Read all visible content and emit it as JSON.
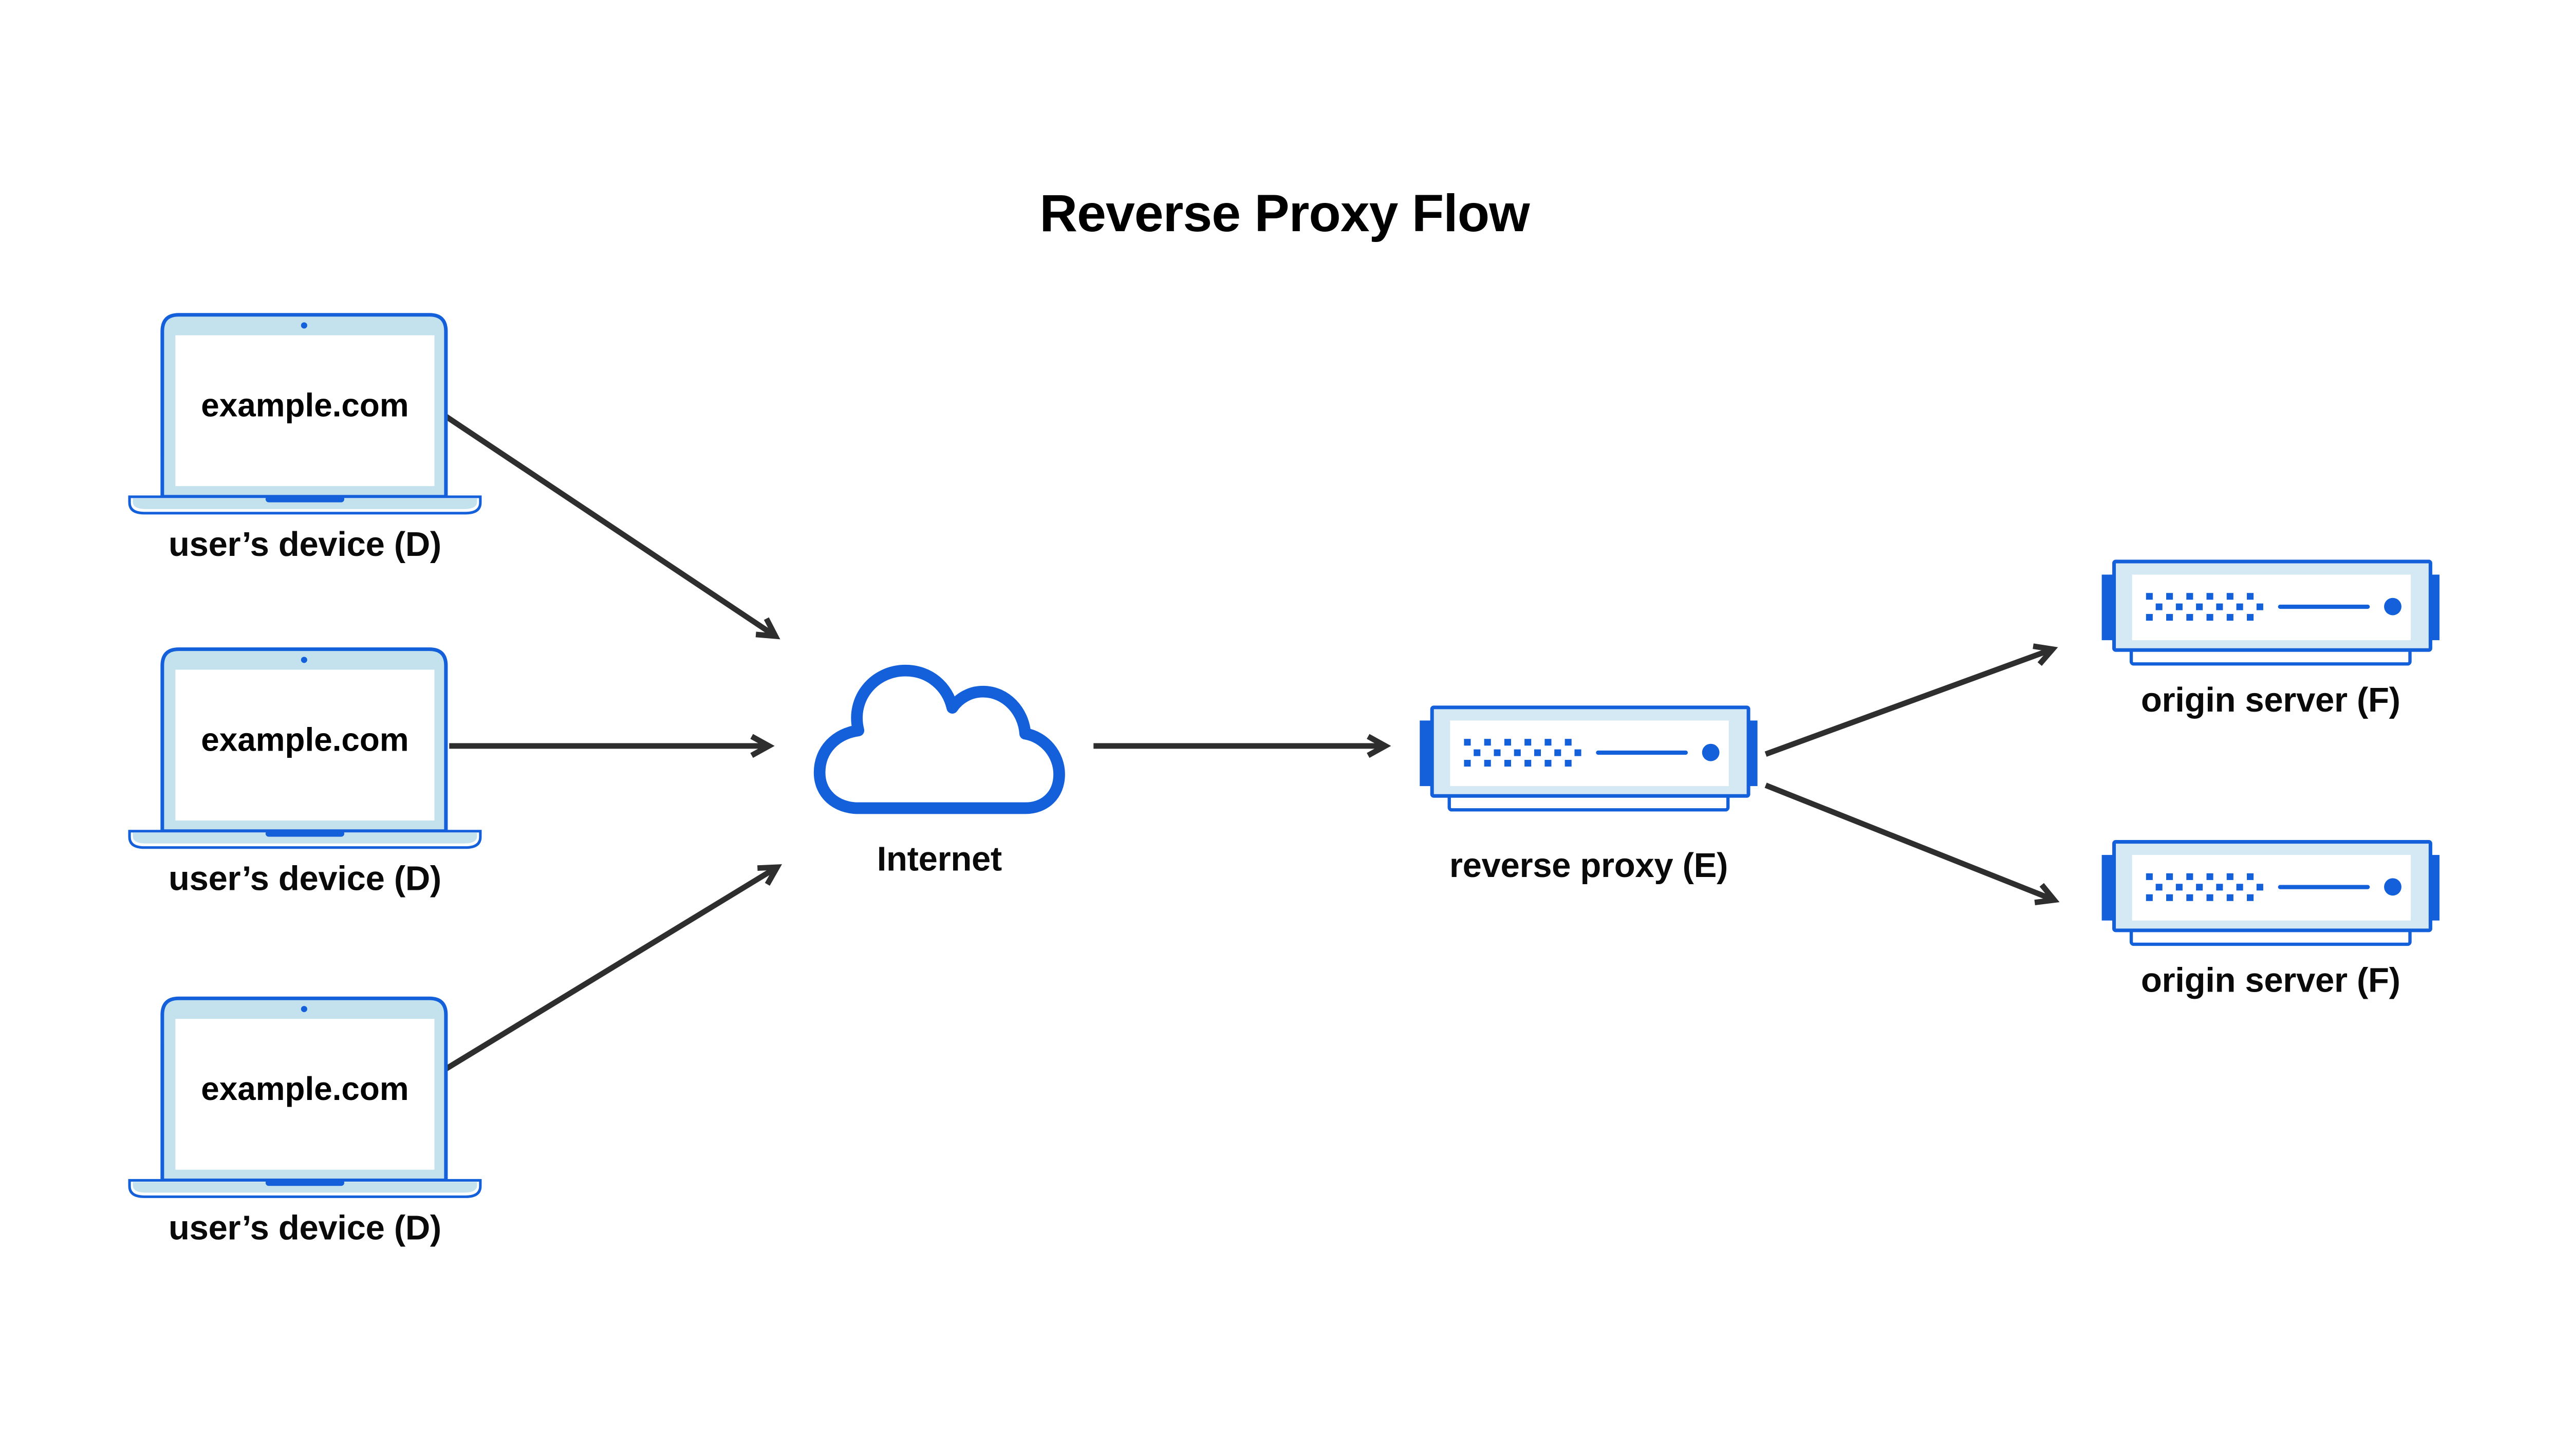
{
  "diagram": {
    "title": "Reverse Proxy Flow",
    "nodes": {
      "devices": [
        {
          "id": "device-1",
          "screen_text": "example.com",
          "label": "user’s device (D)"
        },
        {
          "id": "device-2",
          "screen_text": "example.com",
          "label": "user’s device (D)"
        },
        {
          "id": "device-3",
          "screen_text": "example.com",
          "label": "user’s device (D)"
        }
      ],
      "internet": {
        "id": "internet",
        "label": "Internet"
      },
      "reverse_proxy": {
        "id": "reverse-proxy",
        "label": "reverse proxy (E)"
      },
      "origins": [
        {
          "id": "origin-1",
          "label": "origin server (F)"
        },
        {
          "id": "origin-2",
          "label": "origin server (F)"
        }
      ]
    },
    "edges": [
      {
        "from": "device-1",
        "to": "internet"
      },
      {
        "from": "device-2",
        "to": "internet"
      },
      {
        "from": "device-3",
        "to": "internet"
      },
      {
        "from": "internet",
        "to": "reverse-proxy"
      },
      {
        "from": "reverse-proxy",
        "to": "origin-1"
      },
      {
        "from": "reverse-proxy",
        "to": "origin-2"
      }
    ],
    "colors": {
      "accent_blue": "#1460DB",
      "device_bezel_blue": "#C3E2EE",
      "server_panel_blue": "#D4E9F3",
      "arrow": "#2E2E2E",
      "background": "#FFFFFF",
      "text": "#000000"
    }
  }
}
